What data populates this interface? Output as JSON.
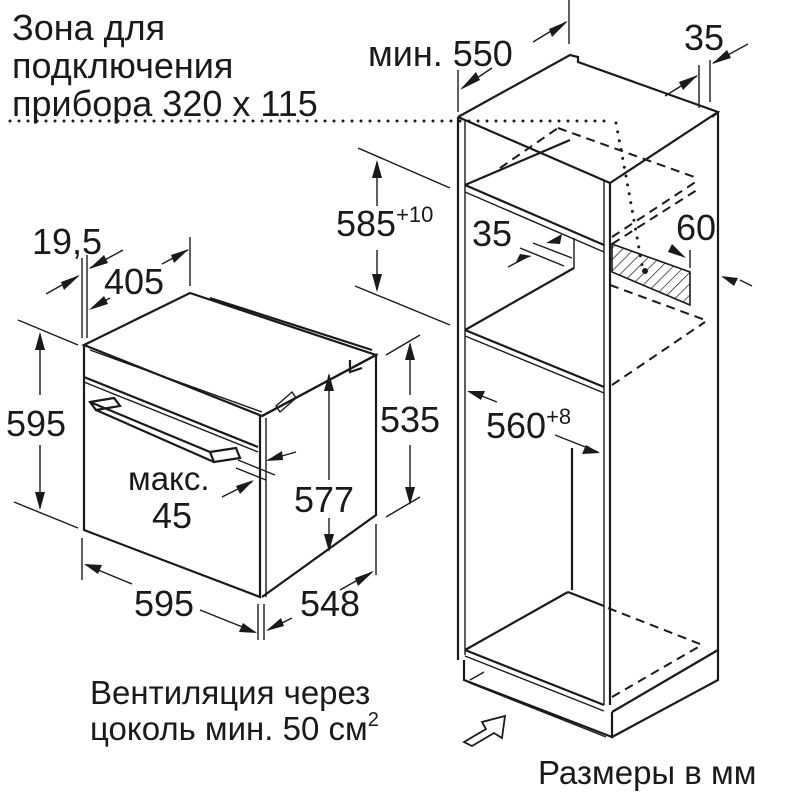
{
  "title": "Встраиваемый духовой шкаф — схема установки",
  "labels": {
    "connection_zone_line1": "Зона для",
    "connection_zone_line2": "подключения",
    "connection_zone_line3": "прибора 320 x 115",
    "min_depth_prefix": "мин.",
    "min_depth_value": "550",
    "rear_gap": "35",
    "niche_height_value": "585",
    "niche_height_tol": "+10",
    "shelf_gap": "35",
    "vent_depth": "60",
    "niche_width_value": "560",
    "niche_width_tol": "+8",
    "front_offset": "19,5",
    "top_depth": "405",
    "oven_height": "595",
    "body_height": "535",
    "inner_height": "577",
    "max_prefix": "макс.",
    "max_value": "45",
    "oven_width": "595",
    "oven_depth": "548",
    "ventilation_line1": "Вентиляция через",
    "ventilation_line2": "цоколь мин. 50 см",
    "ventilation_sup": "2",
    "units_note": "Размеры в мм"
  },
  "colors": {
    "line": "#1a1a1a",
    "background": "#ffffff"
  }
}
